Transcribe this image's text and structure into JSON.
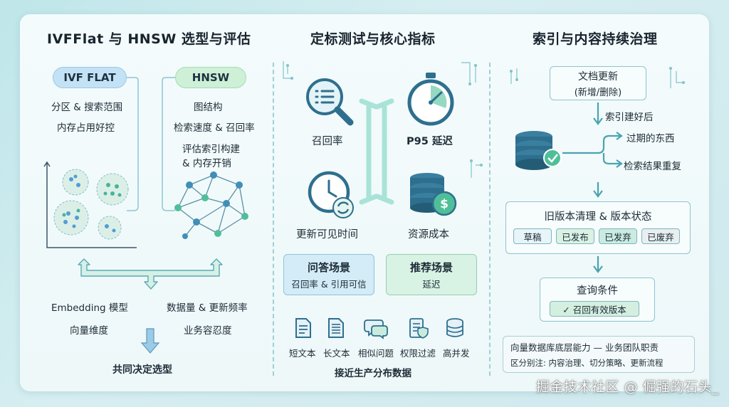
{
  "columns": {
    "left": {
      "title": "IVFFlat 与 HNSW 选型与评估",
      "ivf": {
        "label": "IVF FLAT",
        "points": [
          "分区 & 搜索范围",
          "内存占用好控"
        ]
      },
      "hnsw": {
        "label": "HNSW",
        "points": [
          "图结构",
          "检索速度 & 召回率",
          "评估索引构建",
          "& 内存开销"
        ]
      },
      "factors": [
        "Embedding 模型",
        "数据量 & 更新频率",
        "向量维度",
        "业务容忍度"
      ],
      "conclusion": "共同决定选型"
    },
    "middle": {
      "title": "定标测试与核心指标",
      "metrics": [
        "召回率",
        "P95 延迟",
        "更新可见时间",
        "资源成本"
      ],
      "scenarios": [
        {
          "title": "问答场景",
          "detail": "召回率 & 引用可信"
        },
        {
          "title": "推荐场景",
          "detail": "延迟"
        }
      ],
      "doc_types": [
        "短文本",
        "长文本",
        "相似问题",
        "权限过滤",
        "高并发"
      ],
      "footer": "接近生产分布数据"
    },
    "right": {
      "title": "索引与内容持续治理",
      "doc_update": {
        "line1": "文档更新",
        "line2": "(新增/删除)"
      },
      "index_built": "索引建好后",
      "outcomes": [
        "过期的东西",
        "检索结果重复"
      ],
      "cleanup": {
        "title": "旧版本清理 & 版本状态",
        "states": [
          "草稿",
          "已发布",
          "已发弃",
          "已废弃"
        ]
      },
      "query": {
        "title": "查询条件",
        "condition": "✓ 召回有效版本"
      },
      "note": {
        "line1": "向量数据库底层能力 — 业务团队职责",
        "line2": "区分别注: 内容治理、切分策略、更新流程"
      }
    }
  },
  "watermark": "掘金技术社区 @ 倔强的石头_",
  "colors": {
    "accent_teal": "#3fa7a6",
    "ivf_pill": "#bfe0f4",
    "hnsw_pill": "#c9efd3",
    "icon_blue": "#2e6f8e"
  }
}
